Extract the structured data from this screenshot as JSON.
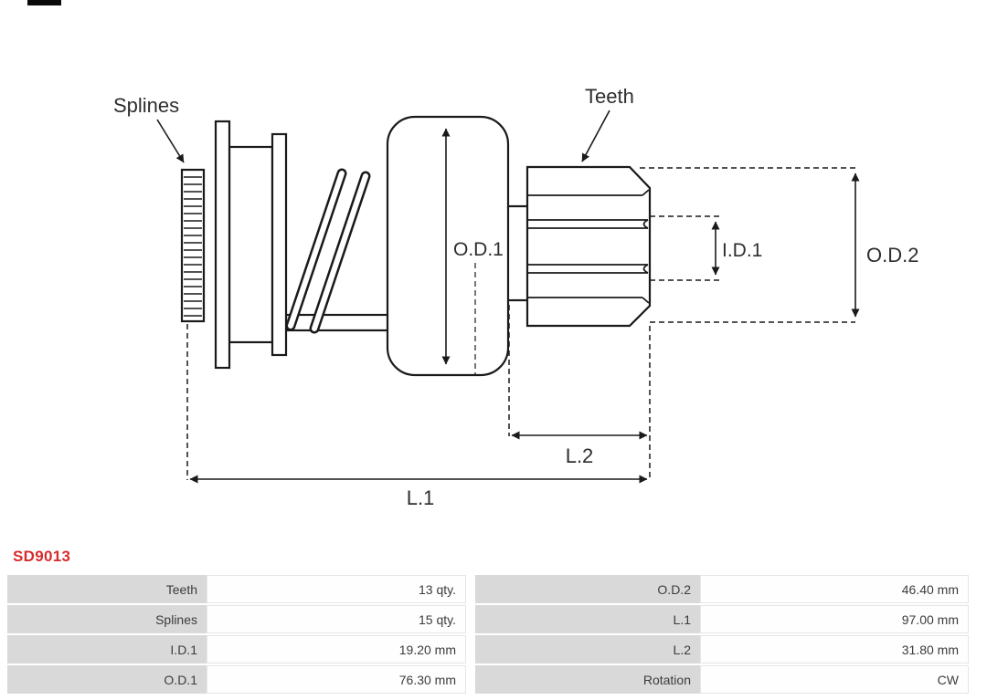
{
  "logo": {
    "bar_color": "#0a0a0a"
  },
  "part": {
    "id": "SD9013",
    "id_color": "#d92b2b"
  },
  "diagram": {
    "labels": {
      "splines": "Splines",
      "teeth": "Teeth",
      "od1": "O.D.1",
      "id1": "I.D.1",
      "od2": "O.D.2",
      "l2": "L.2",
      "l1": "L.1"
    }
  },
  "table": {
    "rows": [
      {
        "k1": "Teeth",
        "v1": "13 qty.",
        "k2": "O.D.2",
        "v2": "46.40 mm"
      },
      {
        "k1": "Splines",
        "v1": "15 qty.",
        "k2": "L.1",
        "v2": "97.00 mm"
      },
      {
        "k1": "I.D.1",
        "v1": "19.20 mm",
        "k2": "L.2",
        "v2": "31.80 mm"
      },
      {
        "k1": "O.D.1",
        "v1": "76.30 mm",
        "k2": "Rotation",
        "v2": "CW"
      }
    ]
  }
}
